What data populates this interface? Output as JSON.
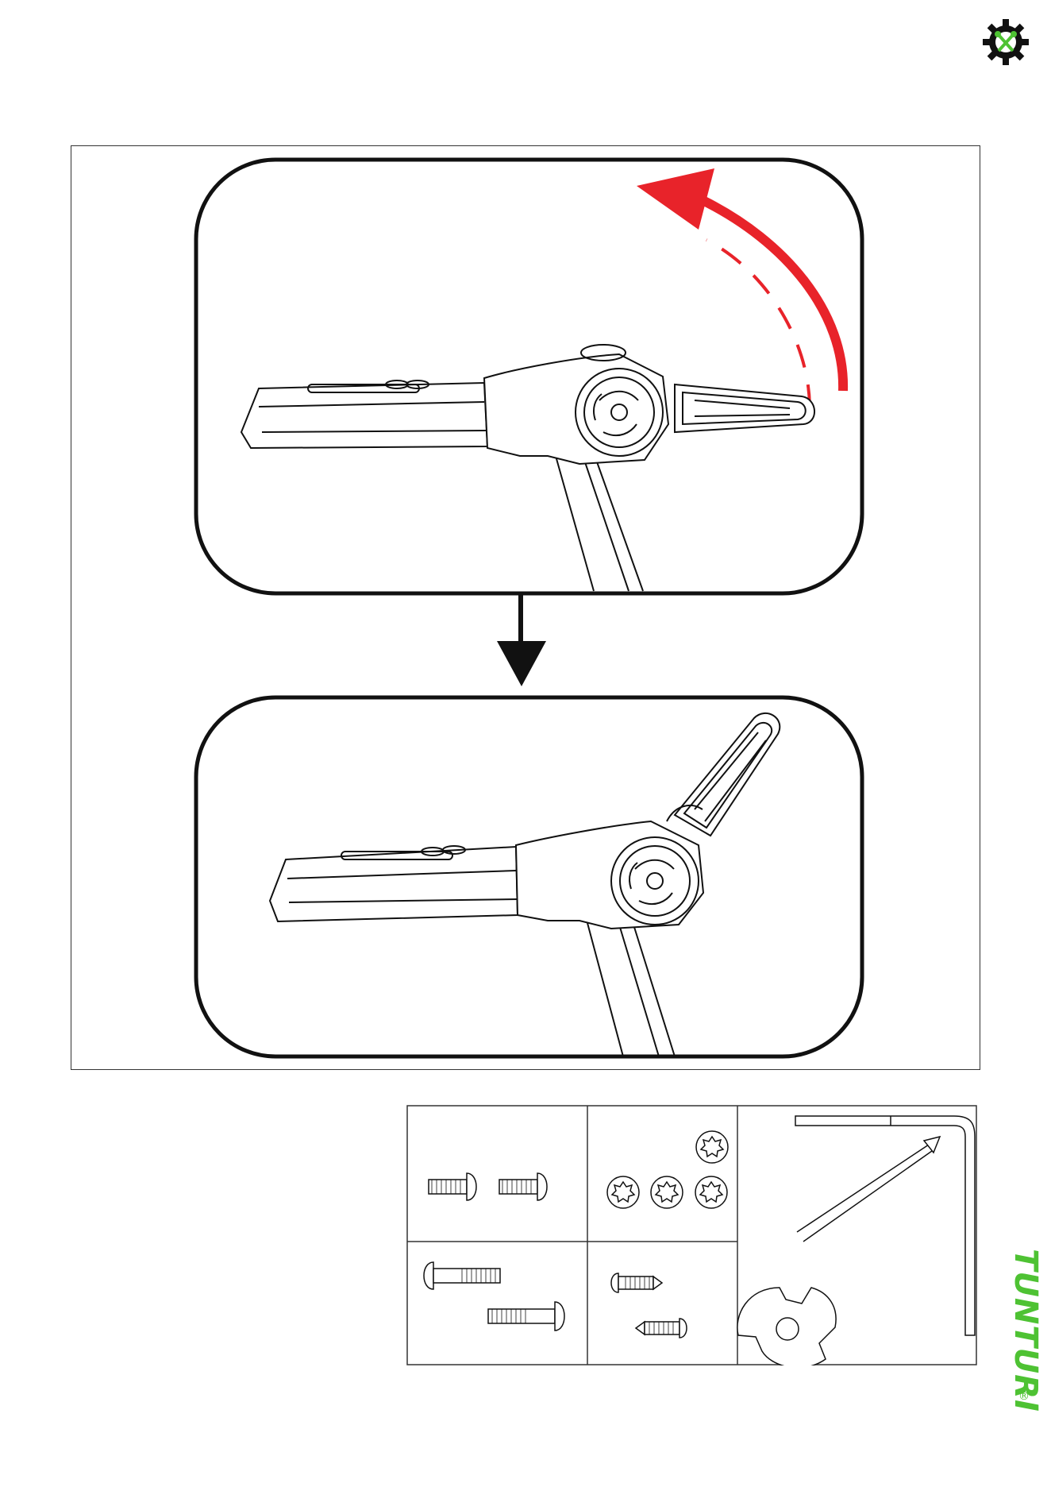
{
  "brand": {
    "name": "TUNTURI",
    "registered_mark": "®",
    "color": "#4ec233"
  },
  "header": {
    "icon": "tools-gear-icon"
  },
  "diagram": {
    "arrow_color": "#e8232a",
    "line_color": "#111111",
    "steps": [
      "fold-lever-before",
      "fold-lever-after"
    ]
  },
  "parts_table": {
    "cells": [
      "bolt-pair",
      "star-washers",
      "tools",
      "long-bolt-pair",
      "self-tapping-screws"
    ]
  }
}
